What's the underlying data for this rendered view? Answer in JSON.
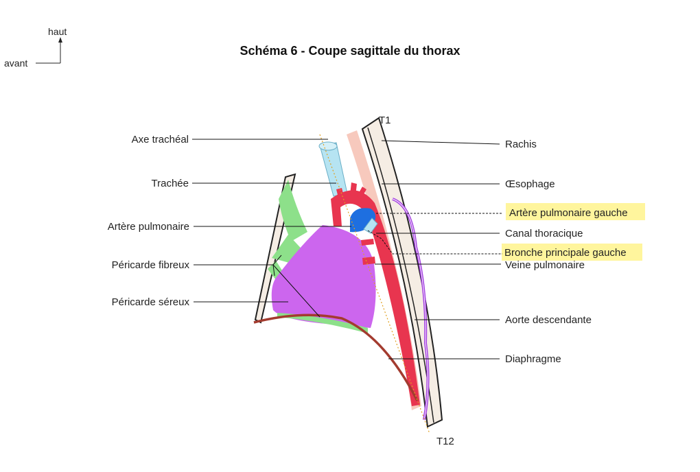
{
  "title": "Schéma 6 - Coupe sagittale du thorax",
  "orientation": {
    "up": "haut",
    "front": "avant"
  },
  "vertebrae": {
    "top": "T1",
    "bottom": "T12"
  },
  "labels_left": {
    "axe_tracheal": "Axe trachéal",
    "trachee": "Trachée",
    "artere_pulmonaire": "Artère pulmonaire",
    "pericarde_fibreux": "Péricarde fibreux",
    "pericarde_sereux": "Péricarde séreux"
  },
  "labels_right": {
    "rachis": "Rachis",
    "oesophage": "Œsophage",
    "artere_pulmonaire_gauche": "Artère pulmonaire gauche",
    "canal_thoracique": "Canal thoracique",
    "bronche_principale_gauche": "Bronche principale gauche",
    "veine_pulmonaire": "Veine pulmonaire",
    "aorte_descendante": "Aorte descendante",
    "diaphragme": "Diaphragme"
  },
  "colors": {
    "highlight": "#fff59d",
    "heart": "#cc66ee",
    "aorta": "#e8354f",
    "pulmonary_artery": "#1e6fe0",
    "fibrous_pericardium": "#8de08a",
    "trachea": "#b6e4f2",
    "oesophagus": "#f7c9bd",
    "diaphragm": "#a33b2f",
    "thoracic_duct": "#a23fe0"
  }
}
